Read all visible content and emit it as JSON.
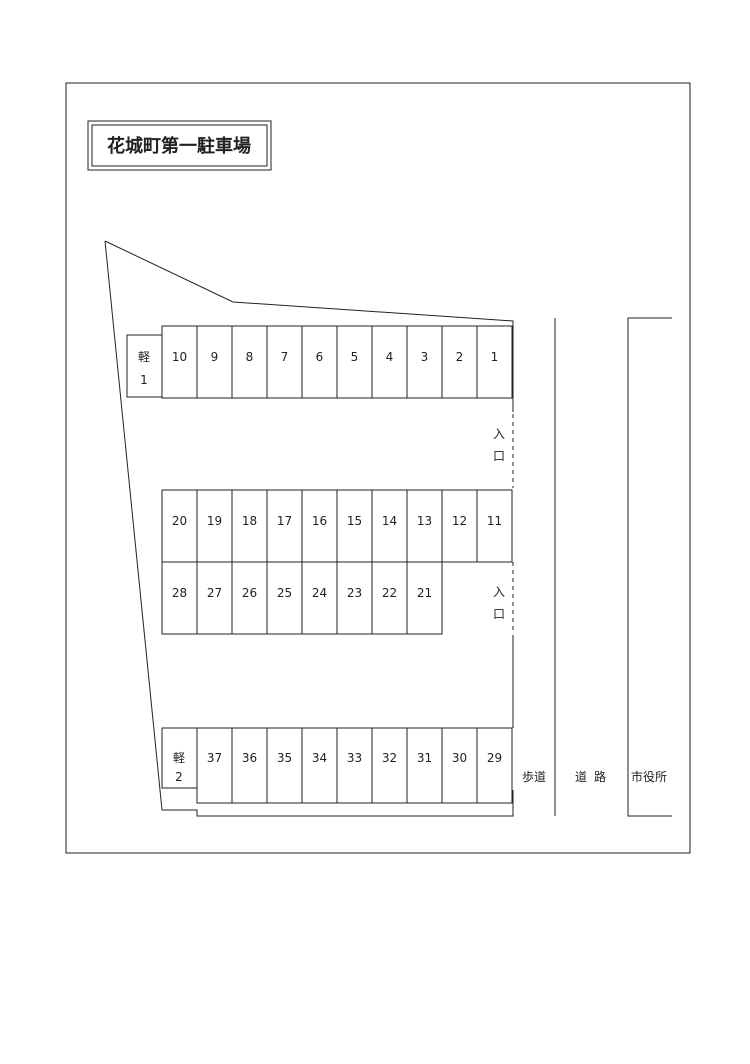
{
  "title": "花城町第一駐車場",
  "labels": {
    "sidewalk": "歩道",
    "road_1": "道",
    "road_2": "路",
    "city_hall": "市役所",
    "entrance_1_top": "入",
    "entrance_1_bottom": "口",
    "entrance_2_top": "入",
    "entrance_2_bottom": "口"
  },
  "rows": {
    "row1": [
      "10",
      "9",
      "8",
      "7",
      "6",
      "5",
      "4",
      "3",
      "2",
      "1"
    ],
    "row2": [
      "20",
      "19",
      "18",
      "17",
      "16",
      "15",
      "14",
      "13",
      "12",
      "11"
    ],
    "row3": [
      "28",
      "27",
      "26",
      "25",
      "24",
      "23",
      "22",
      "21"
    ],
    "row4": [
      "37",
      "36",
      "35",
      "34",
      "33",
      "32",
      "31",
      "30",
      "29"
    ]
  },
  "kei": {
    "kei1": {
      "top": "軽",
      "bottom": "1"
    },
    "kei2": {
      "top": "軽",
      "bottom": "2"
    }
  }
}
